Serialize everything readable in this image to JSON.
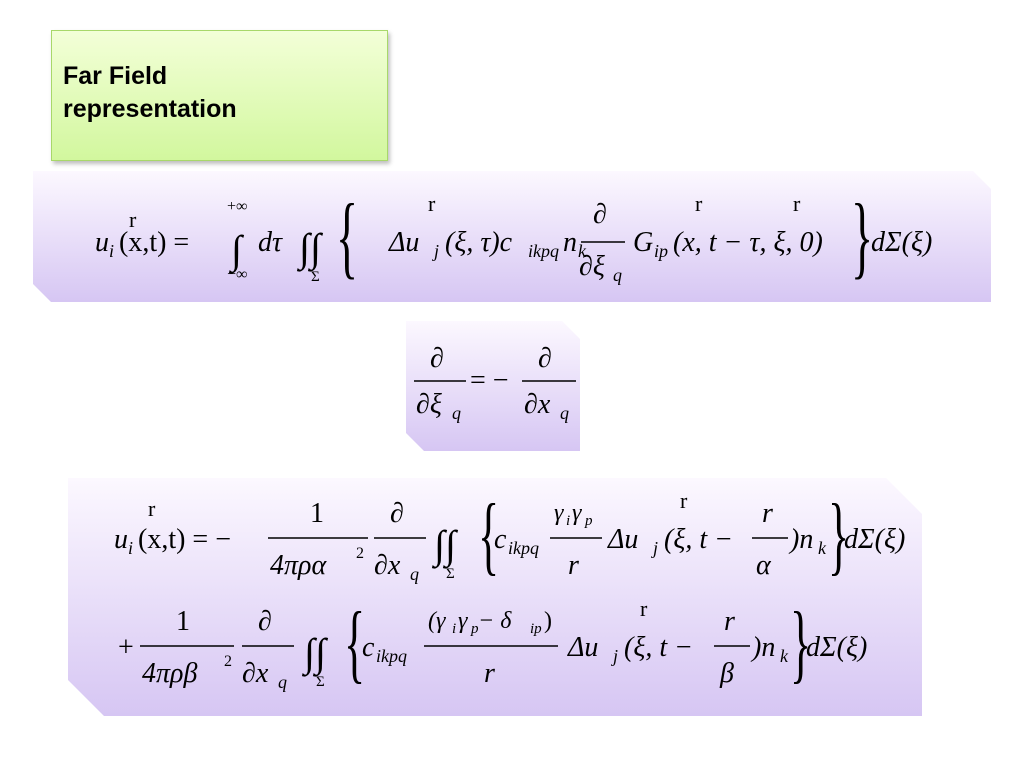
{
  "slide": {
    "title_line1": "Far Field",
    "title_line2": "representation"
  },
  "equations": {
    "eq1": {
      "lhs": "u",
      "lhs_sub": "i",
      "lhs_args": "(x,t) =",
      "int_upper": "+∞",
      "int_lower": "−∞",
      "dtau": "dτ",
      "surf_sub": "Σ",
      "delta_u": "Δu",
      "sub_j": "j",
      "xi_tau": "(ξ, τ)c",
      "ikpq": "ikpq",
      "n": "n",
      "k": "k",
      "partial": "∂",
      "dxi": "∂ξ",
      "q": "q",
      "G": "G",
      "ip": "ip",
      "G_args": "(x, t − τ, ξ, 0)",
      "dsigma": "dΣ(ξ)"
    },
    "eq2": {
      "num_left": "∂",
      "den_left": "∂ξ",
      "sub_left": "q",
      "equals": "= −",
      "num_right": "∂",
      "den_right": "∂x",
      "sub_right": "q"
    },
    "eq3": {
      "lhs": "u",
      "lhs_sub": "i",
      "lhs_args": "(x,t) = −",
      "one": "1",
      "den1": "4πρα",
      "sq": "2",
      "partial": "∂",
      "dx": "∂x",
      "q": "q",
      "surf_sub": "Σ",
      "c": "c",
      "ikpq": "ikpq",
      "gamma_num": "γ",
      "sub_i": "i",
      "sub_p": "p",
      "r": "r",
      "delta_u": "Δu",
      "sub_j": "j",
      "args1": "(ξ, t −",
      "alpha": "α",
      "close_n": ")n",
      "k": "k",
      "dsigma": "dΣ(ξ)",
      "plus": "+",
      "den2": "4πρβ",
      "num2_open": "(γ",
      "num2_minus": " − δ",
      "num2_close": ")",
      "ip": "ip",
      "beta": "β"
    }
  }
}
